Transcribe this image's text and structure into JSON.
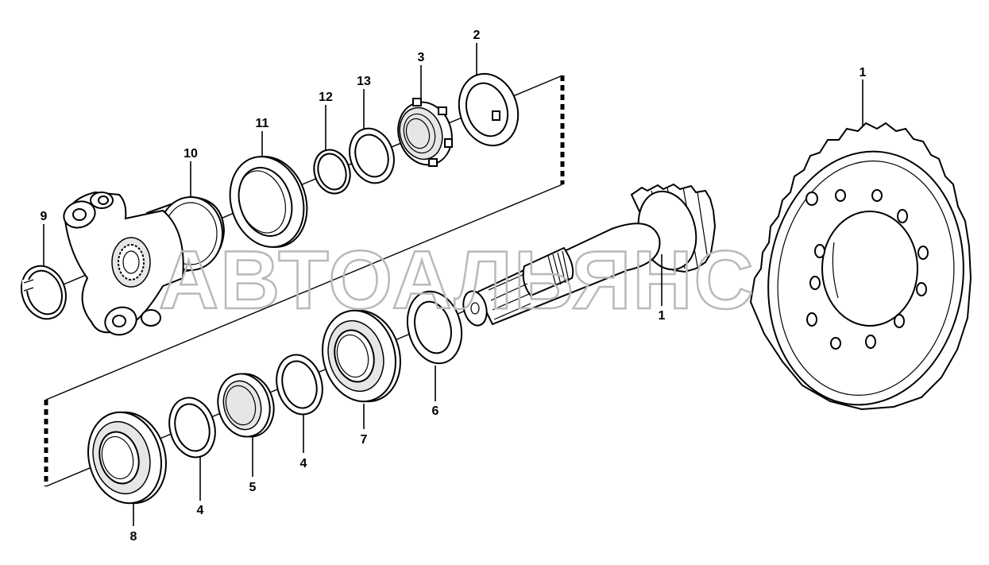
{
  "watermark": "АВТОАЛЬЯНС",
  "callouts": {
    "c1_gear": "1",
    "c1_pinion": "1",
    "c2": "2",
    "c3": "3",
    "c4_a": "4",
    "c4_b": "4",
    "c5": "5",
    "c6": "6",
    "c7": "7",
    "c8": "8",
    "c9": "9",
    "c10": "10",
    "c11": "11",
    "c12": "12",
    "c13": "13"
  }
}
